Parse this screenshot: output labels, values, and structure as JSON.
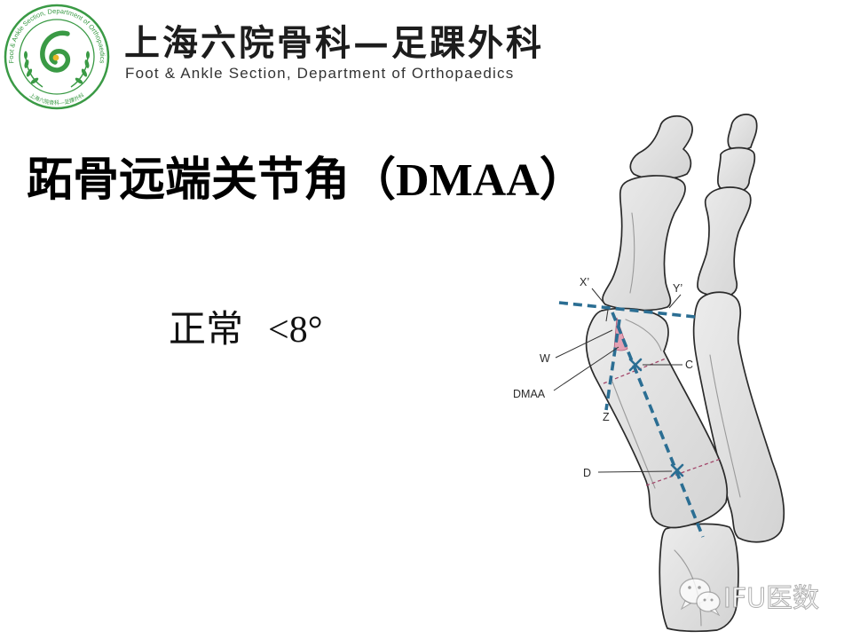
{
  "header": {
    "logo": {
      "icon": "hospital-logo-icon",
      "ring_text_top": "Foot & Ankle Section, Department of Orthopaedics",
      "ring_text_bottom": "上海六院骨科—足踝外科",
      "color": "#3a9a45",
      "accent": "#e9b82a"
    },
    "title": "上海六院骨科—足踝外科",
    "subtitle": "Foot & Ankle Section, Department of Orthopaedics"
  },
  "slide": {
    "title_cn": "跖骨远端关节角",
    "title_abbr": "（DMAA）",
    "normal_label": "正常",
    "normal_value": "<8°"
  },
  "diagram": {
    "labels": {
      "x_prime": "X’",
      "y_prime": "Y’",
      "w": "W",
      "c": "C",
      "dmaa": "DMAA",
      "z": "Z",
      "d": "D"
    },
    "colors": {
      "axis_line": "#2b6e93",
      "angle_fill": "#e3a1b4",
      "section_line": "#a3476a",
      "bone_fill": "#ececec",
      "bone_shadow": "#d3d3d3",
      "bone_outline": "#2a2a2a",
      "leader_line": "#333333"
    }
  },
  "watermark": {
    "icon": "wechat-icon",
    "text": "IFU医数"
  }
}
